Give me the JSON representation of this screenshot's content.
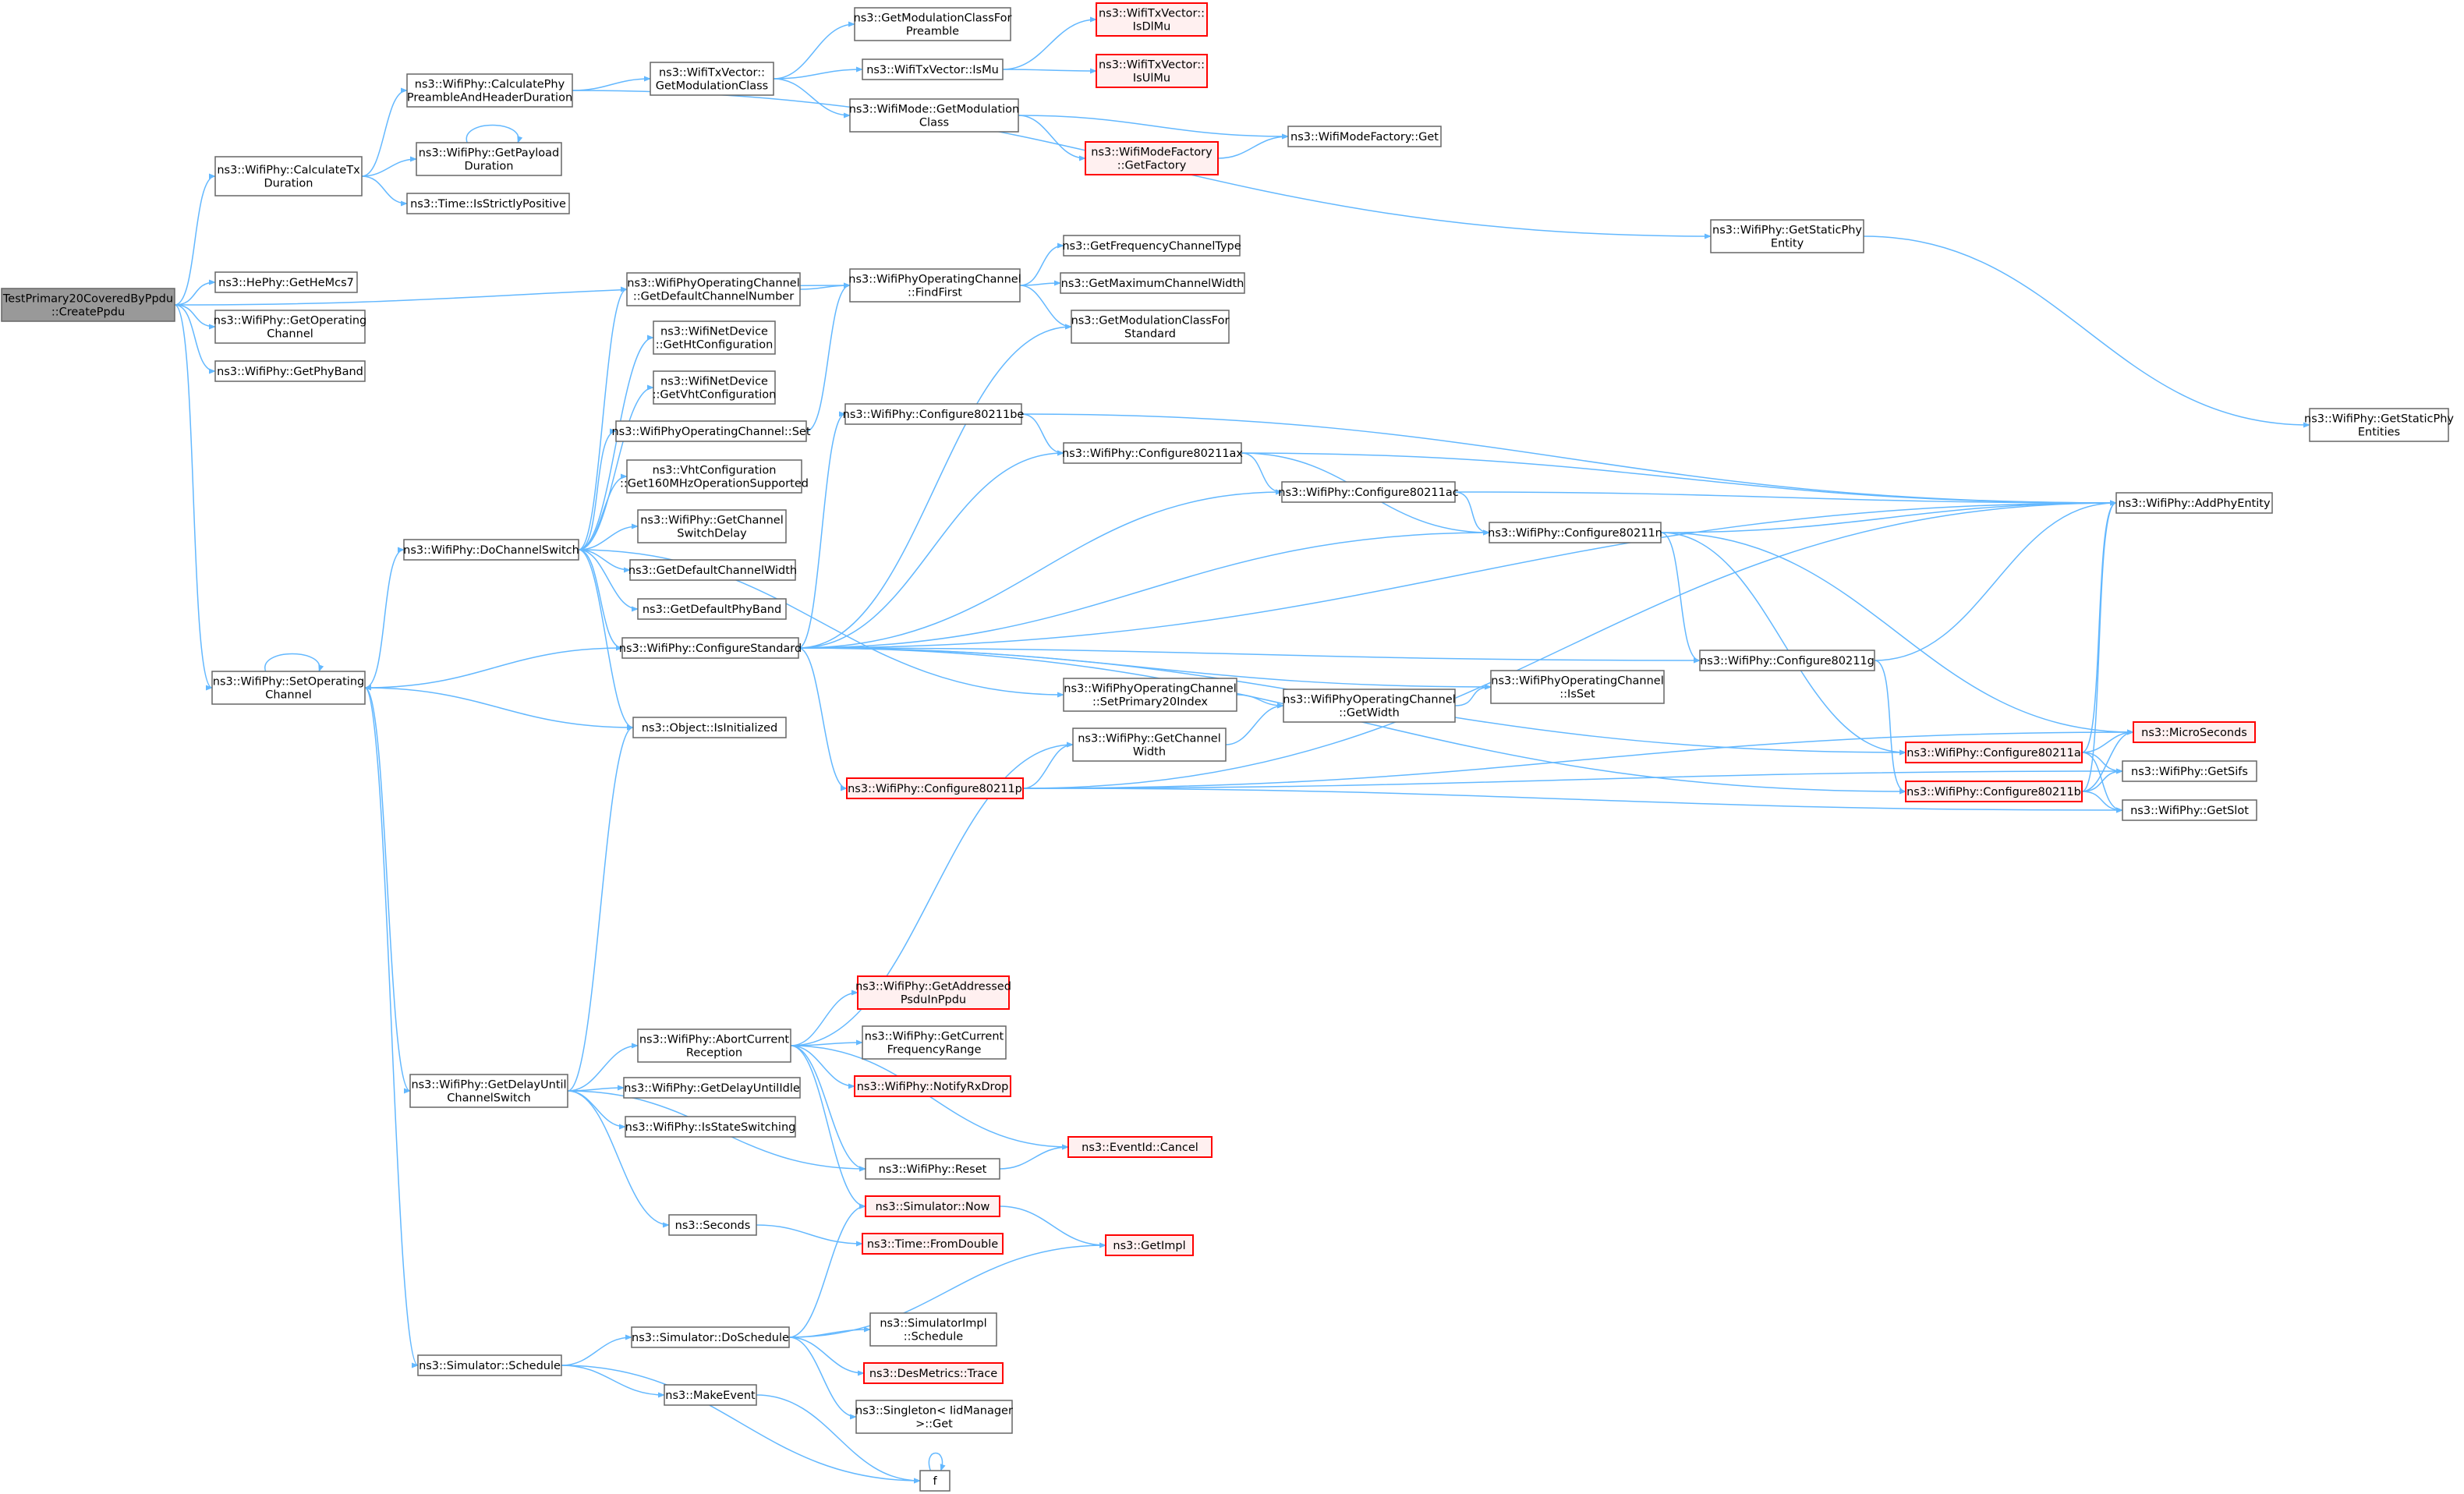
{
  "colors": {
    "edge": "#63b8ff",
    "node_border": "#666666",
    "node_fill": "#ffffff",
    "root_fill": "#999999",
    "undocumented_border": "#ff0000",
    "undocumented_fill": "#fff0f0"
  },
  "nodes": [
    {
      "id": "root",
      "lines": [
        "TestPrimary20CoveredByPpdu",
        "::CreatePpdu"
      ],
      "style": "root"
    },
    {
      "id": "calcTx",
      "lines": [
        "ns3::WifiPhy::CalculateTx",
        "Duration"
      ]
    },
    {
      "id": "heMcs7",
      "lines": [
        "ns3::HePhy::GetHeMcs7"
      ]
    },
    {
      "id": "getOpCh",
      "lines": [
        "ns3::WifiPhy::GetOperating",
        "Channel"
      ]
    },
    {
      "id": "getPhyBand",
      "lines": [
        "ns3::WifiPhy::GetPhyBand"
      ]
    },
    {
      "id": "setOpCh",
      "lines": [
        "ns3::WifiPhy::SetOperating",
        "Channel"
      ]
    },
    {
      "id": "calcPre",
      "lines": [
        "ns3::WifiPhy::CalculatePhy",
        "PreambleAndHeaderDuration"
      ]
    },
    {
      "id": "getPayload",
      "lines": [
        "ns3::WifiPhy::GetPayload",
        "Duration"
      ]
    },
    {
      "id": "strictPos",
      "lines": [
        "ns3::Time::IsStrictlyPositive"
      ]
    },
    {
      "id": "txvGetMod",
      "lines": [
        "ns3::WifiTxVector::",
        "GetModulationClass"
      ]
    },
    {
      "id": "getModClassPre",
      "lines": [
        "ns3::GetModulationClassFor",
        "Preamble"
      ]
    },
    {
      "id": "isMu",
      "lines": [
        "ns3::WifiTxVector::IsMu"
      ]
    },
    {
      "id": "isDlMu",
      "lines": [
        "ns3::WifiTxVector::",
        "IsDlMu"
      ],
      "style": "red"
    },
    {
      "id": "isUlMu",
      "lines": [
        "ns3::WifiTxVector::",
        "IsUlMu"
      ],
      "style": "red"
    },
    {
      "id": "modeGetMod",
      "lines": [
        "ns3::WifiMode::GetModulation",
        "Class"
      ]
    },
    {
      "id": "modeGetFactory",
      "lines": [
        "ns3::WifiModeFactory",
        "::GetFactory"
      ],
      "style": "red"
    },
    {
      "id": "modeFactoryGet",
      "lines": [
        "ns3::WifiModeFactory::Get"
      ]
    },
    {
      "id": "getStaticEntity",
      "lines": [
        "ns3::WifiPhy::GetStaticPhy",
        "Entity"
      ]
    },
    {
      "id": "getStaticEntities",
      "lines": [
        "ns3::WifiPhy::GetStaticPhy",
        "Entities"
      ]
    },
    {
      "id": "getDefChNum",
      "lines": [
        "ns3::WifiPhyOperatingChannel",
        "::GetDefaultChannelNumber"
      ]
    },
    {
      "id": "findFirst",
      "lines": [
        "ns3::WifiPhyOperatingChannel",
        "::FindFirst"
      ]
    },
    {
      "id": "freqChType",
      "lines": [
        "ns3::GetFrequencyChannelType"
      ]
    },
    {
      "id": "maxChWidth",
      "lines": [
        "ns3::GetMaximumChannelWidth"
      ]
    },
    {
      "id": "getModClassStd",
      "lines": [
        "ns3::GetModulationClassFor",
        "Standard"
      ]
    },
    {
      "id": "getHtConf",
      "lines": [
        "ns3::WifiNetDevice",
        "::GetHtConfiguration"
      ]
    },
    {
      "id": "getVhtConf",
      "lines": [
        "ns3::WifiNetDevice",
        "::GetVhtConfiguration"
      ]
    },
    {
      "id": "opChSet",
      "lines": [
        "ns3::WifiPhyOperatingChannel::Set"
      ]
    },
    {
      "id": "get160",
      "lines": [
        "ns3::VhtConfiguration",
        "::Get160MHzOperationSupported"
      ]
    },
    {
      "id": "chSwDelay",
      "lines": [
        "ns3::WifiPhy::GetChannel",
        "SwitchDelay"
      ]
    },
    {
      "id": "defChWidth",
      "lines": [
        "ns3::GetDefaultChannelWidth"
      ]
    },
    {
      "id": "defPhyBand",
      "lines": [
        "ns3::GetDefaultPhyBand"
      ]
    },
    {
      "id": "doChSwitch",
      "lines": [
        "ns3::WifiPhy::DoChannelSwitch"
      ]
    },
    {
      "id": "confStd",
      "lines": [
        "ns3::WifiPhy::ConfigureStandard"
      ]
    },
    {
      "id": "isInit",
      "lines": [
        "ns3::Object::IsInitialized"
      ]
    },
    {
      "id": "conf80211be",
      "lines": [
        "ns3::WifiPhy::Configure80211be"
      ]
    },
    {
      "id": "conf80211ax",
      "lines": [
        "ns3::WifiPhy::Configure80211ax"
      ]
    },
    {
      "id": "conf80211ac",
      "lines": [
        "ns3::WifiPhy::Configure80211ac"
      ]
    },
    {
      "id": "conf80211n",
      "lines": [
        "ns3::WifiPhy::Configure80211n"
      ]
    },
    {
      "id": "conf80211g",
      "lines": [
        "ns3::WifiPhy::Configure80211g"
      ]
    },
    {
      "id": "addPhyEntity",
      "lines": [
        "ns3::WifiPhy::AddPhyEntity"
      ]
    },
    {
      "id": "setPrim20",
      "lines": [
        "ns3::WifiPhyOperatingChannel",
        "::SetPrimary20Index"
      ]
    },
    {
      "id": "opChGetWidth",
      "lines": [
        "ns3::WifiPhyOperatingChannel",
        "::GetWidth"
      ]
    },
    {
      "id": "opChIsSet",
      "lines": [
        "ns3::WifiPhyOperatingChannel",
        "::IsSet"
      ]
    },
    {
      "id": "getChWidth",
      "lines": [
        "ns3::WifiPhy::GetChannel",
        "Width"
      ]
    },
    {
      "id": "conf80211p",
      "lines": [
        "ns3::WifiPhy::Configure80211p"
      ],
      "style": "red"
    },
    {
      "id": "conf80211a",
      "lines": [
        "ns3::WifiPhy::Configure80211a"
      ],
      "style": "red"
    },
    {
      "id": "conf80211b",
      "lines": [
        "ns3::WifiPhy::Configure80211b"
      ],
      "style": "red"
    },
    {
      "id": "microSec",
      "lines": [
        "ns3::MicroSeconds"
      ],
      "style": "red"
    },
    {
      "id": "getSifs",
      "lines": [
        "ns3::WifiPhy::GetSifs"
      ]
    },
    {
      "id": "getSlot",
      "lines": [
        "ns3::WifiPhy::GetSlot"
      ]
    },
    {
      "id": "getAddrPsdu",
      "lines": [
        "ns3::WifiPhy::GetAddressed",
        "PsduInPpdu"
      ],
      "style": "red"
    },
    {
      "id": "abortRx",
      "lines": [
        "ns3::WifiPhy::AbortCurrent",
        "Reception"
      ]
    },
    {
      "id": "getCurFreq",
      "lines": [
        "ns3::WifiPhy::GetCurrent",
        "FrequencyRange"
      ]
    },
    {
      "id": "notifyRxDrop",
      "lines": [
        "ns3::WifiPhy::NotifyRxDrop"
      ],
      "style": "red"
    },
    {
      "id": "getDelaySw",
      "lines": [
        "ns3::WifiPhy::GetDelayUntil",
        "ChannelSwitch"
      ]
    },
    {
      "id": "getDelayIdle",
      "lines": [
        "ns3::WifiPhy::GetDelayUntilIdle"
      ]
    },
    {
      "id": "isStateSw",
      "lines": [
        "ns3::WifiPhy::IsStateSwitching"
      ]
    },
    {
      "id": "evCancel",
      "lines": [
        "ns3::EventId::Cancel"
      ],
      "style": "red"
    },
    {
      "id": "phyReset",
      "lines": [
        "ns3::WifiPhy::Reset"
      ]
    },
    {
      "id": "simNow",
      "lines": [
        "ns3::Simulator::Now"
      ],
      "style": "red"
    },
    {
      "id": "seconds",
      "lines": [
        "ns3::Seconds"
      ]
    },
    {
      "id": "fromDouble",
      "lines": [
        "ns3::Time::FromDouble"
      ],
      "style": "red"
    },
    {
      "id": "getImpl",
      "lines": [
        "ns3::GetImpl"
      ],
      "style": "red"
    },
    {
      "id": "simImplSched",
      "lines": [
        "ns3::SimulatorImpl",
        "::Schedule"
      ]
    },
    {
      "id": "doSchedule",
      "lines": [
        "ns3::Simulator::DoSchedule"
      ]
    },
    {
      "id": "desTrace",
      "lines": [
        "ns3::DesMetrics::Trace"
      ],
      "style": "red"
    },
    {
      "id": "simSchedule",
      "lines": [
        "ns3::Simulator::Schedule"
      ]
    },
    {
      "id": "makeEvent",
      "lines": [
        "ns3::MakeEvent"
      ]
    },
    {
      "id": "singletonGet",
      "lines": [
        "ns3::Singleton< IidManager",
        ">::Get"
      ]
    },
    {
      "id": "f",
      "lines": [
        "f"
      ]
    }
  ],
  "edges": [
    [
      "root",
      "calcTx"
    ],
    [
      "root",
      "heMcs7"
    ],
    [
      "root",
      "getOpCh"
    ],
    [
      "root",
      "getPhyBand"
    ],
    [
      "root",
      "setOpCh"
    ],
    [
      "root",
      "findFirst"
    ],
    [
      "calcTx",
      "calcPre"
    ],
    [
      "calcTx",
      "getPayload"
    ],
    [
      "calcTx",
      "strictPos"
    ],
    [
      "calcPre",
      "txvGetMod"
    ],
    [
      "calcPre",
      "getStaticEntity"
    ],
    [
      "getPayload",
      "getPayload"
    ],
    [
      "txvGetMod",
      "getModClassPre"
    ],
    [
      "txvGetMod",
      "isMu"
    ],
    [
      "txvGetMod",
      "modeGetMod"
    ],
    [
      "isMu",
      "isDlMu"
    ],
    [
      "isMu",
      "isUlMu"
    ],
    [
      "modeGetMod",
      "modeGetFactory"
    ],
    [
      "modeGetMod",
      "modeFactoryGet"
    ],
    [
      "modeGetFactory",
      "modeFactoryGet"
    ],
    [
      "getStaticEntity",
      "getStaticEntities"
    ],
    [
      "setOpCh",
      "setOpCh"
    ],
    [
      "setOpCh",
      "doChSwitch"
    ],
    [
      "setOpCh",
      "isInit"
    ],
    [
      "setOpCh",
      "getDelaySw"
    ],
    [
      "setOpCh",
      "simSchedule"
    ],
    [
      "doChSwitch",
      "getDefChNum"
    ],
    [
      "doChSwitch",
      "getHtConf"
    ],
    [
      "doChSwitch",
      "getVhtConf"
    ],
    [
      "doChSwitch",
      "opChSet"
    ],
    [
      "doChSwitch",
      "get160"
    ],
    [
      "doChSwitch",
      "chSwDelay"
    ],
    [
      "doChSwitch",
      "defChWidth"
    ],
    [
      "doChSwitch",
      "defPhyBand"
    ],
    [
      "doChSwitch",
      "confStd"
    ],
    [
      "doChSwitch",
      "isInit"
    ],
    [
      "doChSwitch",
      "setPrim20"
    ],
    [
      "getDefChNum",
      "findFirst"
    ],
    [
      "opChSet",
      "findFirst"
    ],
    [
      "findFirst",
      "freqChType"
    ],
    [
      "findFirst",
      "maxChWidth"
    ],
    [
      "findFirst",
      "getModClassStd"
    ],
    [
      "confStd",
      "setOpCh"
    ],
    [
      "confStd",
      "conf80211be"
    ],
    [
      "confStd",
      "conf80211ax"
    ],
    [
      "confStd",
      "conf80211ac"
    ],
    [
      "confStd",
      "conf80211n"
    ],
    [
      "confStd",
      "conf80211g"
    ],
    [
      "confStd",
      "addPhyEntity"
    ],
    [
      "confStd",
      "opChIsSet"
    ],
    [
      "confStd",
      "conf80211p"
    ],
    [
      "confStd",
      "conf80211a"
    ],
    [
      "confStd",
      "conf80211b"
    ],
    [
      "confStd",
      "getModClassStd"
    ],
    [
      "conf80211be",
      "addPhyEntity"
    ],
    [
      "conf80211be",
      "conf80211ax"
    ],
    [
      "conf80211ax",
      "addPhyEntity"
    ],
    [
      "conf80211ax",
      "conf80211ac"
    ],
    [
      "conf80211ax",
      "conf80211n"
    ],
    [
      "conf80211ac",
      "addPhyEntity"
    ],
    [
      "conf80211ac",
      "conf80211n"
    ],
    [
      "conf80211n",
      "addPhyEntity"
    ],
    [
      "conf80211n",
      "conf80211g"
    ],
    [
      "conf80211n",
      "microSec"
    ],
    [
      "conf80211n",
      "conf80211a"
    ],
    [
      "conf80211g",
      "addPhyEntity"
    ],
    [
      "conf80211g",
      "conf80211b"
    ],
    [
      "setPrim20",
      "opChGetWidth"
    ],
    [
      "opChGetWidth",
      "opChIsSet"
    ],
    [
      "getChWidth",
      "opChGetWidth"
    ],
    [
      "conf80211p",
      "addPhyEntity"
    ],
    [
      "conf80211p",
      "getChWidth"
    ],
    [
      "conf80211p",
      "microSec"
    ],
    [
      "conf80211p",
      "getSifs"
    ],
    [
      "conf80211p",
      "getSlot"
    ],
    [
      "conf80211a",
      "addPhyEntity"
    ],
    [
      "conf80211a",
      "microSec"
    ],
    [
      "conf80211a",
      "getSifs"
    ],
    [
      "conf80211a",
      "getSlot"
    ],
    [
      "conf80211b",
      "addPhyEntity"
    ],
    [
      "conf80211b",
      "microSec"
    ],
    [
      "conf80211b",
      "getSifs"
    ],
    [
      "conf80211b",
      "getSlot"
    ],
    [
      "getDelaySw",
      "abortRx"
    ],
    [
      "getDelaySw",
      "getDelayIdle"
    ],
    [
      "getDelaySw",
      "isStateSw"
    ],
    [
      "getDelaySw",
      "phyReset"
    ],
    [
      "getDelaySw",
      "seconds"
    ],
    [
      "getDelaySw",
      "isInit"
    ],
    [
      "abortRx",
      "getAddrPsdu"
    ],
    [
      "abortRx",
      "getCurFreq"
    ],
    [
      "abortRx",
      "notifyRxDrop"
    ],
    [
      "abortRx",
      "evCancel"
    ],
    [
      "abortRx",
      "phyReset"
    ],
    [
      "abortRx",
      "simNow"
    ],
    [
      "abortRx",
      "getChWidth"
    ],
    [
      "phyReset",
      "evCancel"
    ],
    [
      "seconds",
      "fromDouble"
    ],
    [
      "simNow",
      "getImpl"
    ],
    [
      "simSchedule",
      "doSchedule"
    ],
    [
      "simSchedule",
      "makeEvent"
    ],
    [
      "simSchedule",
      "f"
    ],
    [
      "doSchedule",
      "simNow"
    ],
    [
      "doSchedule",
      "getImpl"
    ],
    [
      "doSchedule",
      "simImplSched"
    ],
    [
      "doSchedule",
      "desTrace"
    ],
    [
      "doSchedule",
      "singletonGet"
    ],
    [
      "makeEvent",
      "f"
    ],
    [
      "f",
      "f"
    ]
  ]
}
